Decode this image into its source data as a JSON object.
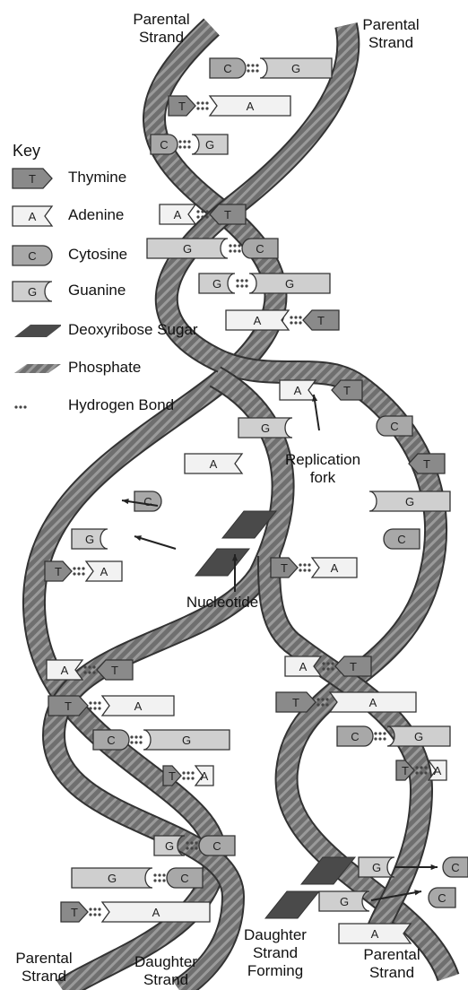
{
  "labels": {
    "top_left": [
      "Parental",
      "Strand"
    ],
    "top_right": [
      "Parental",
      "Strand"
    ],
    "replication_fork": [
      "Replication",
      "fork"
    ],
    "nucleotide": "Nucleotide",
    "bottom_parental_left": [
      "Parental",
      "Strand"
    ],
    "bottom_daughter": [
      "Daughter",
      "Strand"
    ],
    "bottom_daughter_forming": [
      "Daughter",
      "Strand",
      "Forming"
    ],
    "bottom_parental_right": [
      "Parental",
      "Strand"
    ]
  },
  "key": {
    "title": "Key",
    "items": [
      {
        "letter": "T",
        "name": "Thymine",
        "shape": "thymine"
      },
      {
        "letter": "A",
        "name": "Adenine",
        "shape": "adenine"
      },
      {
        "letter": "C",
        "name": "Cytosine",
        "shape": "cytosine"
      },
      {
        "letter": "G",
        "name": "Guanine",
        "shape": "guanine"
      },
      {
        "letter": "",
        "name": "Deoxyribose Sugar",
        "shape": "sugar"
      },
      {
        "letter": "",
        "name": "Phosphate",
        "shape": "phosphate"
      },
      {
        "letter": "",
        "name": "Hydrogen Bond",
        "shape": "hbond"
      }
    ]
  },
  "colors": {
    "backbone_dark": "#4a4a4a",
    "backbone_mid": "#7d7d7d",
    "base_light": "#cfcfcf",
    "base_mid": "#a8a8a8",
    "base_dark": "#8a8a8a",
    "outline": "#333333"
  },
  "base_pairs": {
    "top": [
      {
        "left": "C",
        "right": "G"
      },
      {
        "left": "T",
        "right": "A"
      },
      {
        "left": "C",
        "right": "G"
      },
      {
        "left": "A",
        "right": "T"
      },
      {
        "left": "G",
        "right": "C"
      },
      {
        "left": "G",
        "right": "G"
      },
      {
        "left": "A",
        "right": "T"
      }
    ],
    "fork_left": [
      "A",
      "G",
      "A",
      "C",
      "G"
    ],
    "fork_right": [
      "T",
      "C",
      "T",
      "G",
      "C"
    ],
    "fork_pair": {
      "left": "T",
      "right": "A"
    },
    "fork_pair_right": {
      "left": "T",
      "right": "A"
    },
    "lower_left": [
      {
        "left": "A",
        "right": "T"
      },
      {
        "left": "T",
        "right": "A"
      },
      {
        "left": "C",
        "right": "G"
      },
      {
        "left": "T",
        "right": "A"
      },
      {
        "left": "G",
        "right": "C"
      },
      {
        "left": "G",
        "right": "C"
      },
      {
        "left": "T",
        "right": "A"
      }
    ],
    "lower_right": [
      {
        "left": "A",
        "right": "T"
      },
      {
        "left": "T",
        "right": "A"
      },
      {
        "left": "C",
        "right": "G"
      },
      {
        "left": "T",
        "right": "A"
      }
    ],
    "incoming_right": [
      "G",
      "G",
      "A"
    ],
    "incoming_right_targets": [
      "C",
      "C"
    ],
    "incoming_left": [
      "C",
      "G",
      "C"
    ],
    "incoming_left_targets": [
      "G"
    ]
  }
}
